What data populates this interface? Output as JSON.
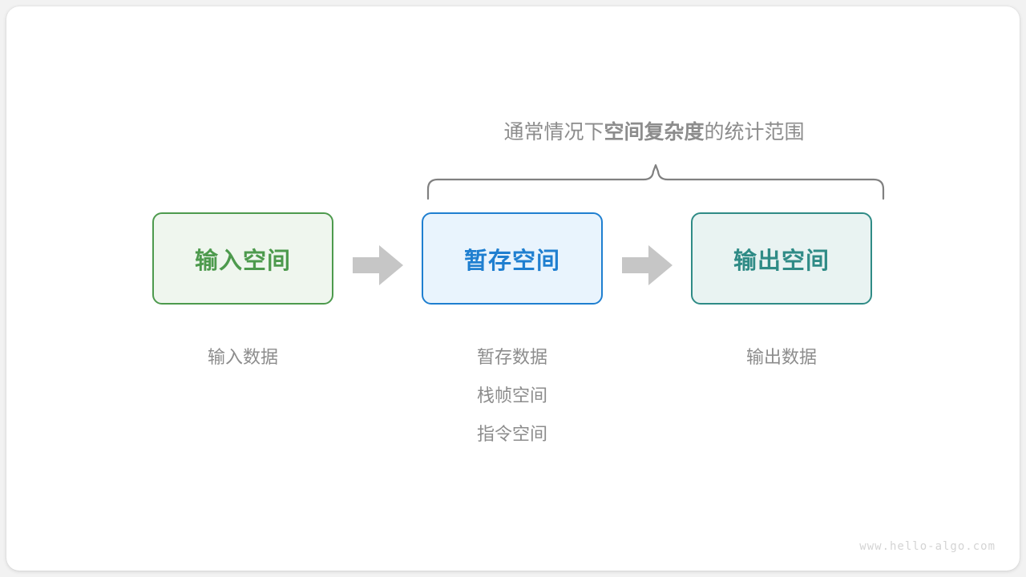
{
  "diagram": {
    "scope_title": {
      "prefix": "通常情况下",
      "emphasis": "空间复杂度",
      "suffix": "的统计范围"
    },
    "brace": {
      "name": "curly-brace",
      "color": "#808080"
    },
    "boxes": [
      {
        "key": "input",
        "label": "输入空间",
        "border_color": "#4d9a4d",
        "fill_color": "#eff6ee",
        "text_color": "#4d9a4d"
      },
      {
        "key": "buffer",
        "label": "暂存空间",
        "border_color": "#1f7fd0",
        "fill_color": "#e9f4fd",
        "text_color": "#1f7fd0"
      },
      {
        "key": "output",
        "label": "输出空间",
        "border_color": "#2f8b86",
        "fill_color": "#e9f3f2",
        "text_color": "#2f8b86"
      }
    ],
    "arrows": [
      {
        "key": "input-to-buffer",
        "color": "#c6c6c6"
      },
      {
        "key": "buffer-to-output",
        "color": "#c6c6c6"
      }
    ],
    "captions": {
      "input": [
        "输入数据"
      ],
      "buffer": [
        "暂存数据",
        "栈帧空间",
        "指令空间"
      ],
      "output": [
        "输出数据"
      ]
    },
    "caption_color": "#8c8c8c",
    "watermark": "www.hello-algo.com"
  }
}
